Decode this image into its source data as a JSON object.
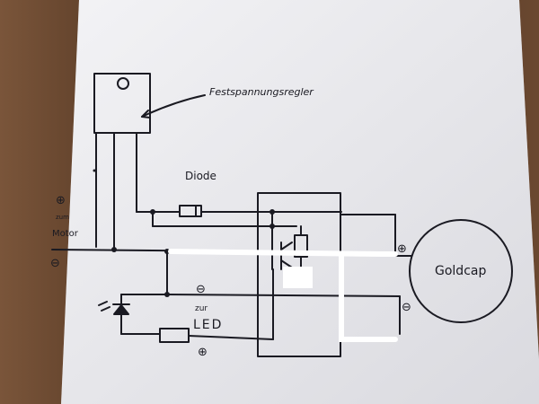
{
  "labels": {
    "regulator": "Festspannungsregler",
    "diode": "Diode",
    "motor_plus": "⊕",
    "motor_line1": "zum",
    "motor_line2": "Motor",
    "motor_minus": "⊖",
    "led_minus": "⊖",
    "led_line1": "zur",
    "led_line2": "LED",
    "led_plus": "⊕",
    "goldcap": "Goldcap",
    "cap_plus": "⊕",
    "cap_minus": "⊖"
  },
  "colors": {
    "ink": "#1a1a22",
    "paper": "#eeeef2",
    "correction": "#ffffff"
  }
}
